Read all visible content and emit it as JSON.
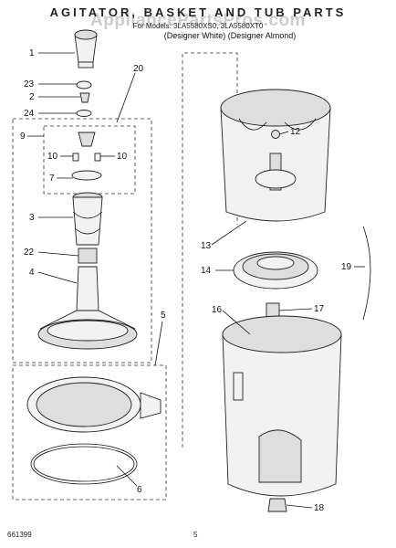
{
  "header": {
    "title": "AGITATOR, BASKET AND TUB PARTS",
    "watermark": "AppliancePartsPros.com",
    "models": "For Models: 3LA5580XS0, 3LA5580XT0",
    "variant": "(Designer White) (Designer Almond)"
  },
  "callouts": [
    {
      "id": "c1",
      "label": "1"
    },
    {
      "id": "c23",
      "label": "23"
    },
    {
      "id": "c2",
      "label": "2"
    },
    {
      "id": "c24",
      "label": "24"
    },
    {
      "id": "c20",
      "label": "20"
    },
    {
      "id": "c9",
      "label": "9"
    },
    {
      "id": "c10a",
      "label": "10"
    },
    {
      "id": "c10b",
      "label": "10"
    },
    {
      "id": "c7",
      "label": "7"
    },
    {
      "id": "c3",
      "label": "3"
    },
    {
      "id": "c22",
      "label": "22"
    },
    {
      "id": "c4",
      "label": "4"
    },
    {
      "id": "c5",
      "label": "5"
    },
    {
      "id": "c6",
      "label": "6"
    },
    {
      "id": "c12",
      "label": "12"
    },
    {
      "id": "c13",
      "label": "13"
    },
    {
      "id": "c14",
      "label": "14"
    },
    {
      "id": "c19",
      "label": "19"
    },
    {
      "id": "c17",
      "label": "17"
    },
    {
      "id": "c16",
      "label": "16"
    },
    {
      "id": "c18",
      "label": "18"
    }
  ],
  "footer": {
    "doc_number": "661399",
    "page_number": "5"
  }
}
